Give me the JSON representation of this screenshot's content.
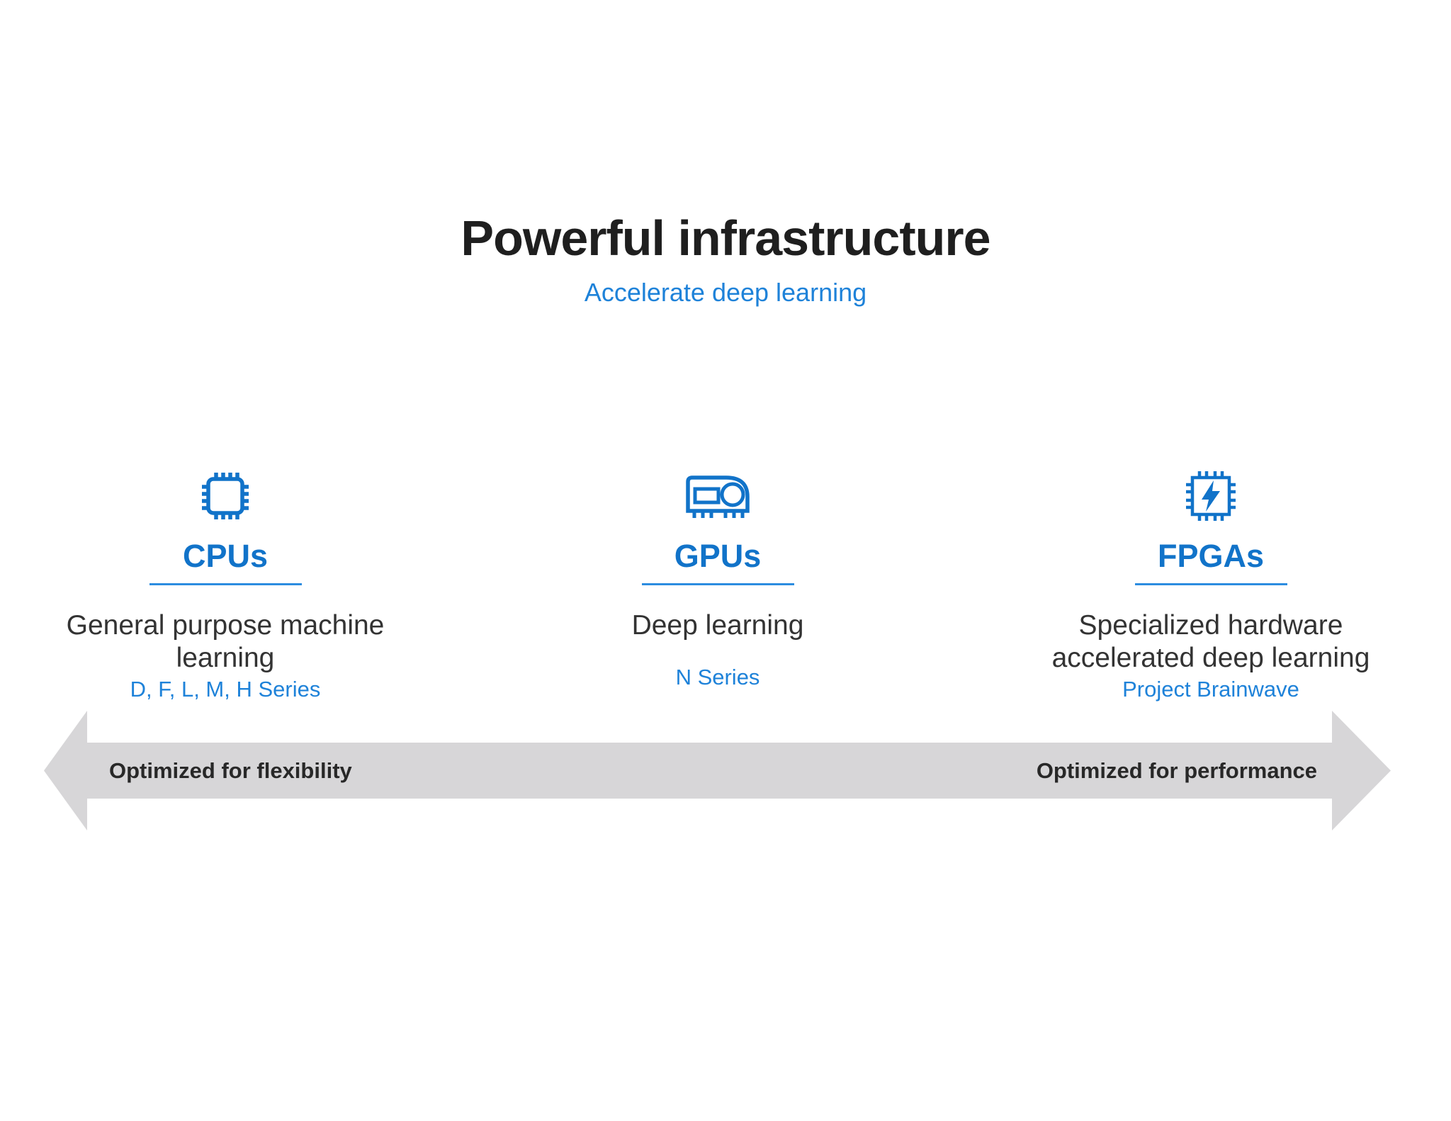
{
  "title": "Powerful infrastructure",
  "subtitle": "Accelerate deep learning",
  "colors": {
    "primary_blue": "#1173c9",
    "accent_blue": "#1e82d9",
    "title_dark": "#1f1f1f",
    "body_dark": "#333333",
    "arrow_gray": "#d7d6d8",
    "arrow_label_dark": "#282828"
  },
  "columns": [
    {
      "id": "cpus",
      "icon": "cpu-chip-icon",
      "heading": "CPUs",
      "description": "General purpose machine\nlearning",
      "series": "D, F, L, M, H Series"
    },
    {
      "id": "gpus",
      "icon": "gpu-card-icon",
      "heading": "GPUs",
      "description": "Deep learning",
      "series": "N Series"
    },
    {
      "id": "fpgas",
      "icon": "fpga-chip-icon",
      "heading": "FPGAs",
      "description": "Specialized hardware\naccelerated deep learning",
      "series": "Project Brainwave"
    }
  ],
  "arrow": {
    "left_label": "Optimized for flexibility",
    "right_label": "Optimized for performance"
  }
}
